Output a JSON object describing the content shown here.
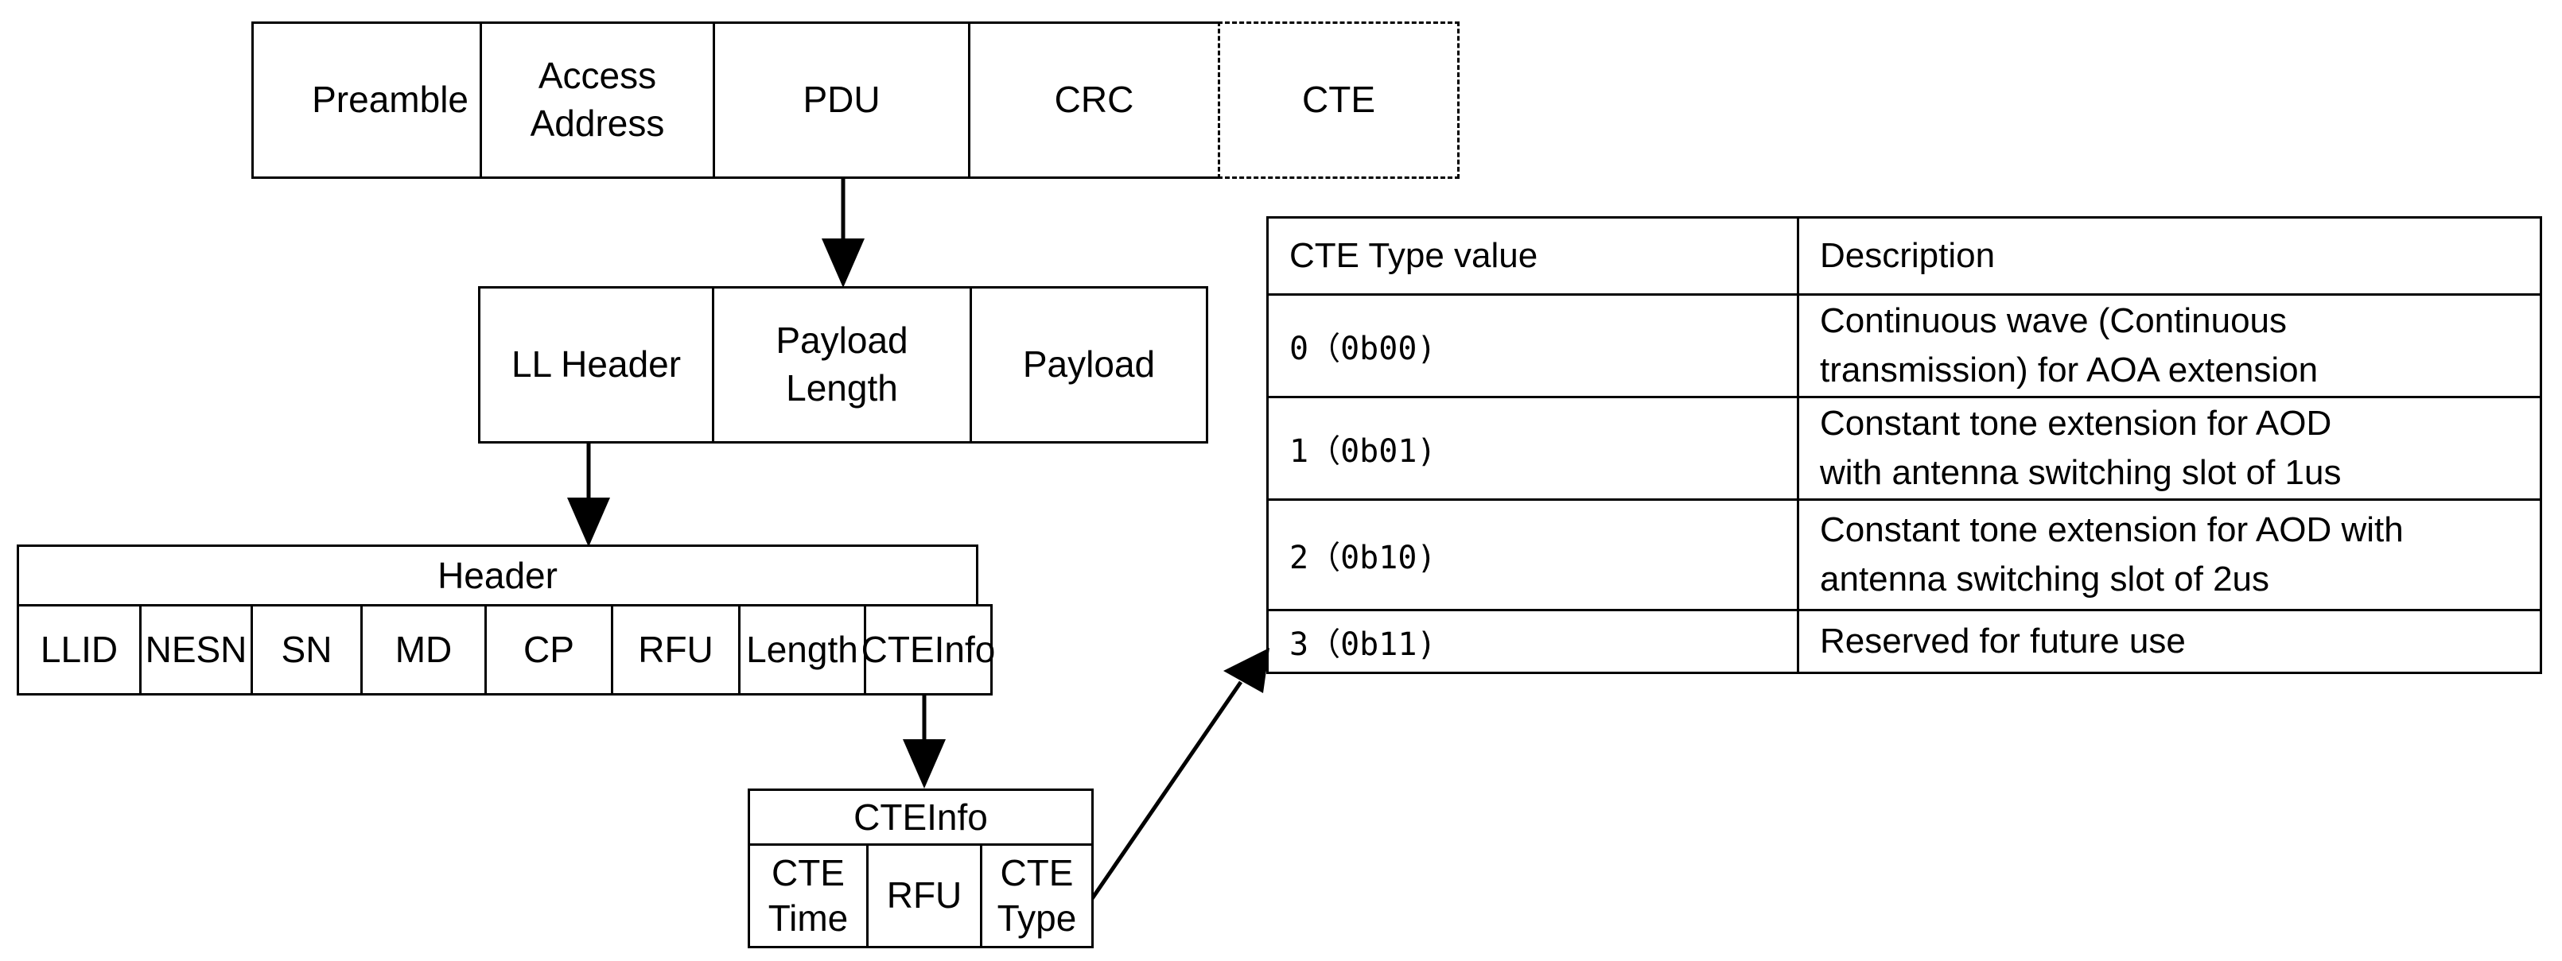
{
  "packet": {
    "fields": [
      "Preamble",
      "Access\nAddress",
      "PDU",
      "CRC",
      "CTE"
    ]
  },
  "pdu": {
    "fields": [
      "LL Header",
      "Payload\nLength",
      "Payload"
    ]
  },
  "header": {
    "title": "Header",
    "fields": [
      "LLID",
      "NESN",
      "SN",
      "MD",
      "CP",
      "RFU",
      "Length",
      "CTEInfo"
    ]
  },
  "cteinfo": {
    "title": "CTEInfo",
    "fields": [
      "CTE\nTime",
      "RFU",
      "CTE\nType"
    ]
  },
  "cte_type_table": {
    "headers": [
      "CTE Type value",
      "Description"
    ],
    "rows": [
      {
        "value": "0（0b00)",
        "description": "Continuous wave (Continuous\ntransmission) for AOA extension"
      },
      {
        "value": "1（0b01)",
        "description": "Constant tone extension for AOD\nwith antenna switching slot of 1us"
      },
      {
        "value": "2（0b10)",
        "description": "Constant tone extension for AOD with\nantenna switching slot of 2us"
      },
      {
        "value": "3（0b11)",
        "description": "Reserved for future use"
      }
    ]
  },
  "colors": {
    "line": "#000000",
    "background": "#ffffff"
  }
}
